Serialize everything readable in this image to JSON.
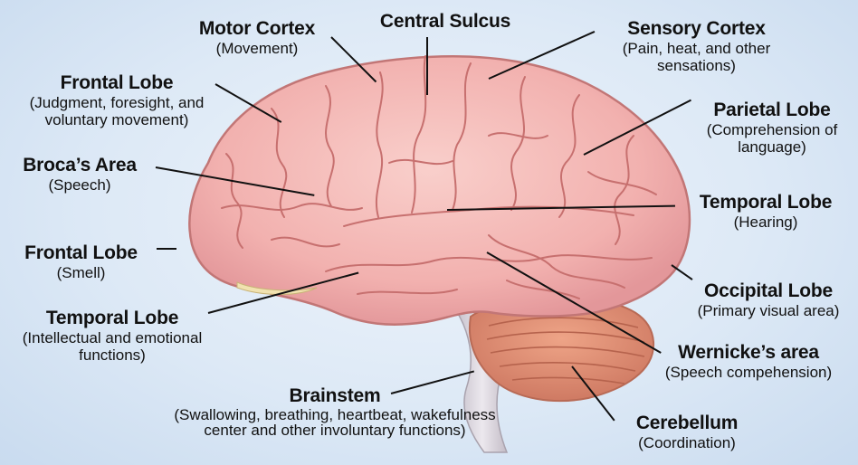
{
  "labels": [
    {
      "id": "motor-cortex",
      "title": "Motor Cortex",
      "desc": "(Movement)"
    },
    {
      "id": "central-sulcus",
      "title": "Central Sulcus",
      "desc": ""
    },
    {
      "id": "sensory-cortex",
      "title": "Sensory Cortex",
      "desc": "(Pain, heat, and other sensations)"
    },
    {
      "id": "frontal-lobe-upper",
      "title": "Frontal Lobe",
      "desc": "(Judgment, foresight, and voluntary movement)"
    },
    {
      "id": "parietal-lobe",
      "title": "Parietal Lobe",
      "desc": "(Comprehension of language)"
    },
    {
      "id": "brocas-area",
      "title": "Broca’s Area",
      "desc": "(Speech)"
    },
    {
      "id": "temporal-lobe-right",
      "title": "Temporal Lobe",
      "desc": "(Hearing)"
    },
    {
      "id": "frontal-lobe-lower",
      "title": "Frontal Lobe",
      "desc": "(Smell)"
    },
    {
      "id": "occipital-lobe",
      "title": "Occipital Lobe",
      "desc": "(Primary visual area)"
    },
    {
      "id": "temporal-lobe-left",
      "title": "Temporal Lobe",
      "desc": "(Intellectual and emotional functions)"
    },
    {
      "id": "wernickes-area",
      "title": "Wernicke’s area",
      "desc": "(Speech compehension)"
    },
    {
      "id": "brainstem",
      "title": "Brainstem",
      "desc": "(Swallowing, breathing, heartbeat, wakefulness center and other involuntary functions)"
    },
    {
      "id": "cerebellum",
      "title": "Cerebellum",
      "desc": "(Coordination)"
    }
  ],
  "colors": {
    "cortex": "#f4b8b6",
    "cortex_shadow": "#e08e8f",
    "gyri_lines": "#c7706f",
    "cerebellum": "#e69479",
    "brainstem": "#dcd6de",
    "leader_lines": "#111111"
  }
}
